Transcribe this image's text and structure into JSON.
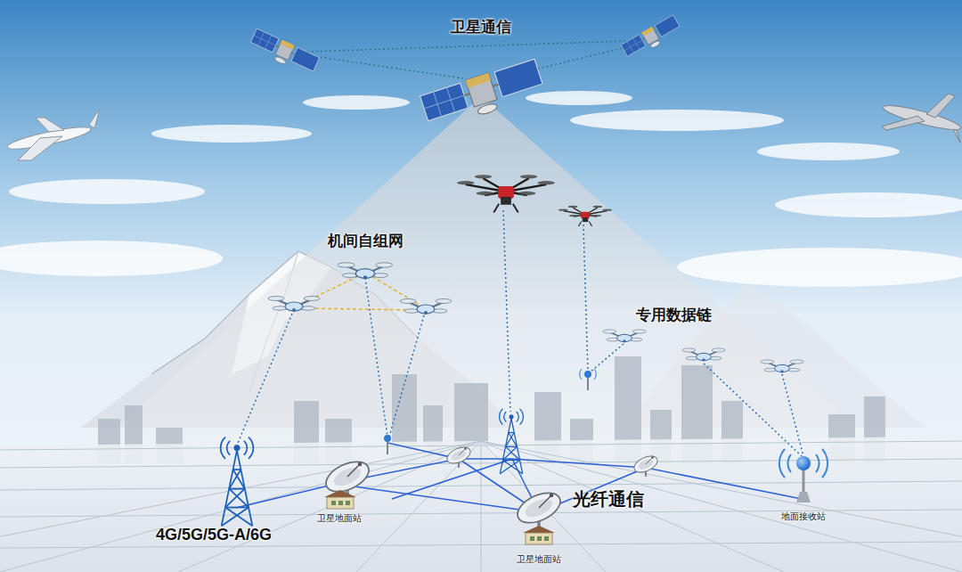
{
  "diagram": {
    "labels": [
      "卫星通信",
      "机间自组网",
      "专用数据链",
      "4G/5G/5G-A/6G",
      "卫星地面站",
      "光纤通信",
      "卫星地面站",
      "地面接收站"
    ]
  }
}
